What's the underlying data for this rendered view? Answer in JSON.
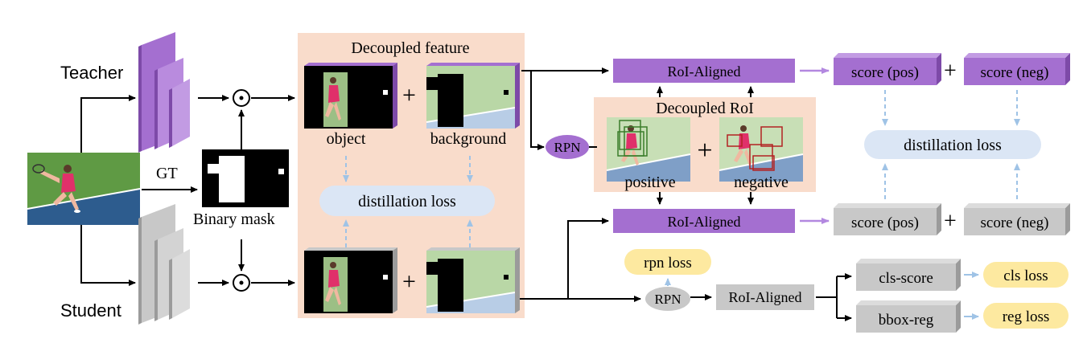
{
  "labels": {
    "teacher": "Teacher",
    "student": "Student",
    "gt": "GT",
    "binary_mask": "Binary mask",
    "decoupled_feature": "Decoupled feature",
    "object": "object",
    "background": "background",
    "distillation_loss_left": "distillation loss",
    "distillation_loss_right": "distillation loss",
    "rpn_teacher": "RPN",
    "rpn_student": "RPN",
    "decoupled_roi": "Decoupled RoI",
    "positive": "positive",
    "negative": "negative",
    "roi_aligned_teacher": "RoI-Aligned",
    "roi_aligned_student": "RoI-Aligned",
    "roi_aligned_student_branch": "RoI-Aligned",
    "score_pos_teacher": "score (pos)",
    "score_neg_teacher": "score (neg)",
    "score_pos_student": "score (pos)",
    "score_neg_student": "score (neg)",
    "plus": "+",
    "odot": "⊙",
    "rpn_loss": "rpn loss",
    "cls_score": "cls-score",
    "bbox_reg": "bbox-reg",
    "cls_loss": "cls loss",
    "reg_loss": "reg loss"
  },
  "colors": {
    "teacher_purple": "#a46fd0",
    "teacher_purple_dark": "#7d4aa8",
    "student_gray": "#c8c8c8",
    "student_gray_dark": "#9b9b9b",
    "peach_panel": "#f9dccb",
    "loss_blue": "#dbe6f5",
    "loss_yellow": "#fde9a0",
    "court_green": "#5f9a44",
    "court_blue": "#2d5c8e",
    "arrow_blue_dashed": "#9fc3e6",
    "arrow_purple": "#b388e0"
  }
}
